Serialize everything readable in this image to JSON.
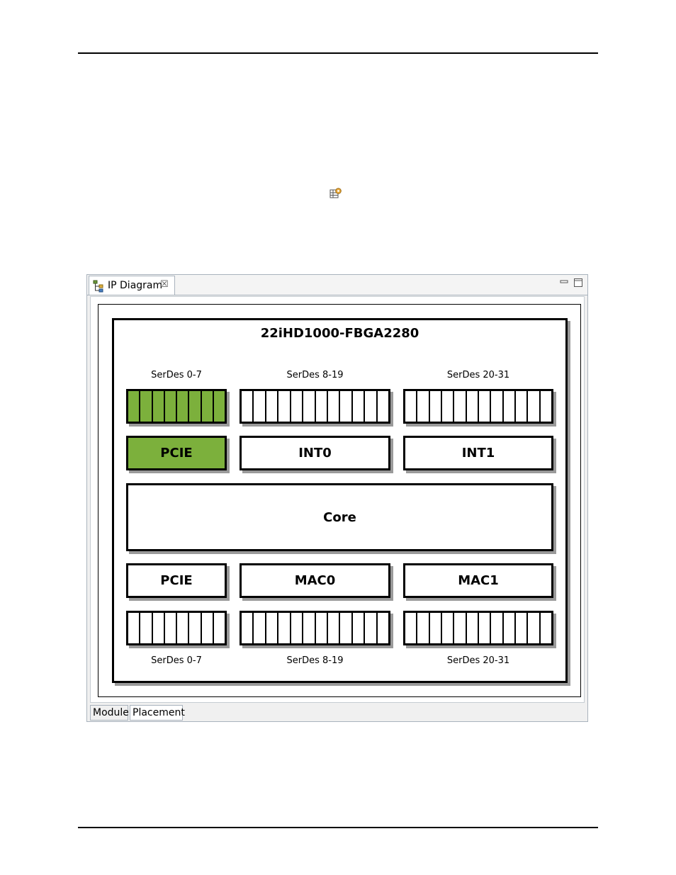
{
  "window": {
    "tab_title": "IP Diagram",
    "close_glyph": "☒",
    "icons": {
      "tab": "tree-diagram-icon",
      "toolbar": "ip-config-icon"
    }
  },
  "device": {
    "name": "22iHD1000-FBGA2280"
  },
  "top_row": {
    "serdes": [
      {
        "label": "SerDes 0-7",
        "lanes": 8,
        "used": true
      },
      {
        "label": "SerDes 8-19",
        "lanes": 12,
        "used": false
      },
      {
        "label": "SerDes 20-31",
        "lanes": 12,
        "used": false
      }
    ],
    "blocks": [
      {
        "label": "PCIE",
        "used": true
      },
      {
        "label": "INT0",
        "used": false
      },
      {
        "label": "INT1",
        "used": false
      }
    ]
  },
  "core": {
    "label": "Core"
  },
  "bottom_row": {
    "blocks": [
      {
        "label": "PCIE",
        "used": false
      },
      {
        "label": "MAC0",
        "used": false
      },
      {
        "label": "MAC1",
        "used": false
      }
    ],
    "serdes": [
      {
        "label": "SerDes 0-7",
        "lanes": 8,
        "used": false
      },
      {
        "label": "SerDes 8-19",
        "lanes": 12,
        "used": false
      },
      {
        "label": "SerDes 20-31",
        "lanes": 12,
        "used": false
      }
    ]
  },
  "view_tabs": [
    {
      "label": "Module",
      "active": false
    },
    {
      "label": "Placement",
      "active": true
    }
  ],
  "colors": {
    "used": "#7cb03c",
    "border": "#000000"
  }
}
